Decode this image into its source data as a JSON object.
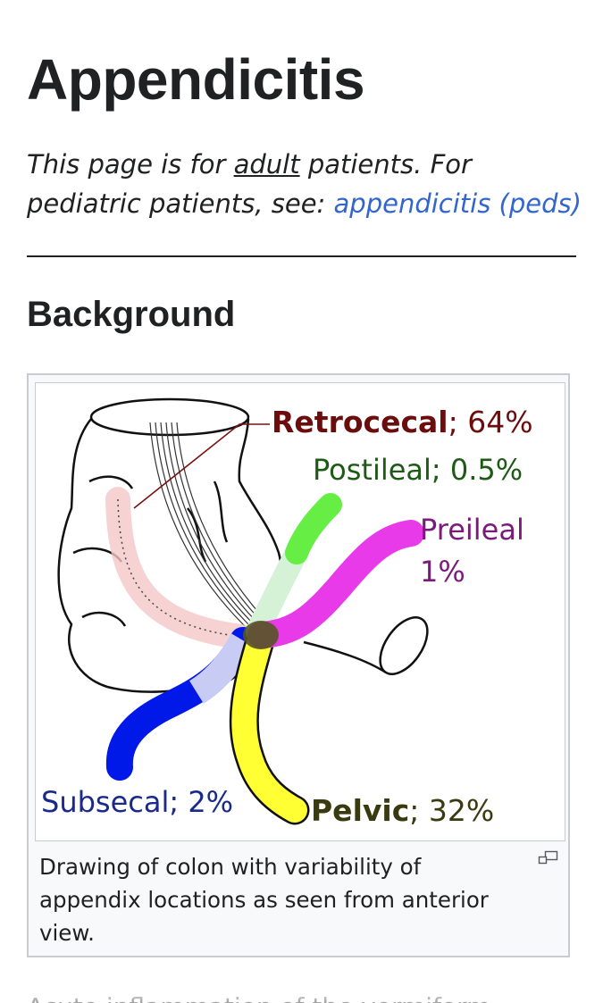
{
  "page": {
    "title": "Appendicitis",
    "note": {
      "prefix": "This page is for ",
      "emphasis": "adult",
      "middle": " patients. For pediatric patients, see: ",
      "link_text": "appendicitis (peds)"
    },
    "section_heading": "Background"
  },
  "figure": {
    "labels": {
      "retrocecal_name": "Retrocecal",
      "retrocecal_pct": "; 64%",
      "postileal": "Postileal; 0.5%",
      "preileal_name": "Preileal",
      "preileal_pct": "1%",
      "subsecal": "Subsecal; 2%",
      "pelvic_name": "Pelvic",
      "pelvic_pct": "; 32%"
    },
    "caption": "Drawing of colon with variability of appendix locations as seen from anterior view.",
    "enlarge_icon": "enlarge-icon"
  },
  "next_text": "Acute inflammation of the vermiform appendix"
}
